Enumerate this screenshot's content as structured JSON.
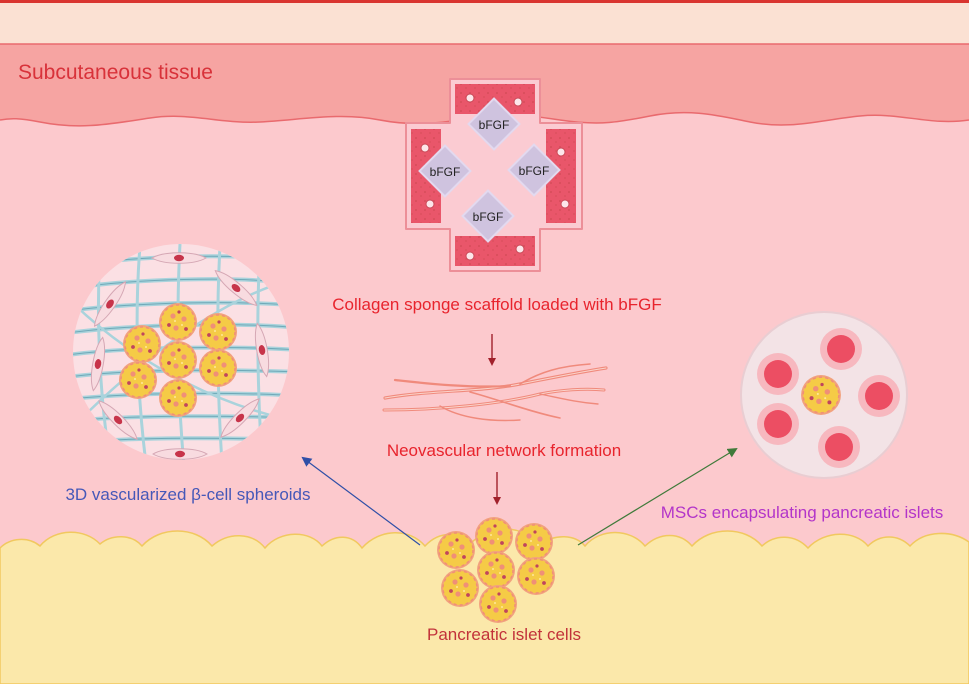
{
  "labels": {
    "layer": "Subcutaneous tissue",
    "scaffold": "Collagen sponge scaffold loaded with bFGF",
    "network": "Neovascular network formation",
    "islets": "Pancreatic islet cells",
    "spheroids": "3D vascularized β-cell spheroids",
    "mscs": "MSCs encapsulating pancreatic islets"
  },
  "growth_factor_tags": [
    "bFGF",
    "bFGF",
    "bFGF",
    "bFGF"
  ],
  "colors": {
    "skin_top": "#fbe1d3",
    "dermis": "#f6a4a2",
    "dermis_border": "#e96a6e",
    "subcutis": "#fcc9cd",
    "fat": "#fbe8aa",
    "fat_border": "#f1c85f",
    "label_red": "#e8242d",
    "label_dark_red": "#c2323a",
    "label_blue": "#4658b8",
    "label_magenta": "#b335c9",
    "arrow_red": "#a1212b",
    "arrow_blue": "#2f4fa7",
    "arrow_green": "#3f7a3a",
    "islet_fill": "#f5cb46",
    "islet_ring": "#f2a27e",
    "fiber": "#a9d3dc"
  }
}
